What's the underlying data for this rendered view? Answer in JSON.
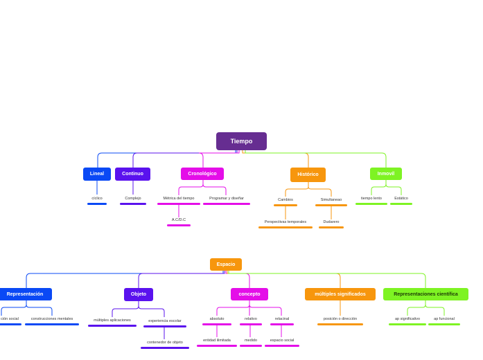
{
  "tiempo": {
    "root": {
      "label": "Tiempo",
      "color": "#662d91"
    },
    "branches": {
      "lineal": {
        "label": "Lineal",
        "color": "#0a49f5",
        "leaves": [
          "cíclico"
        ]
      },
      "continuo": {
        "label": "Continuo",
        "color": "#5a12ee",
        "leaves": [
          "Complejo"
        ]
      },
      "cronologico": {
        "label": "Cronológico",
        "color": "#e40ee8",
        "leaves": [
          "Métrica del tiempo",
          "Programar y diseñar",
          "A.C/D.C"
        ]
      },
      "historico": {
        "label": "Histórico",
        "color": "#f7960d",
        "leaves": [
          "Cambios",
          "Simultaneao",
          "Perspectivas temporales",
          "Dudarero"
        ]
      },
      "inmovil": {
        "label": "Inmovil",
        "color": "#7ef323",
        "leaves": [
          "tiempo lento",
          "Estático"
        ]
      }
    }
  },
  "espacio": {
    "root": {
      "label": "Espacio",
      "color": "#f7960d"
    },
    "branches": {
      "representacion": {
        "label": "Representación",
        "color": "#0a49f5",
        "leaves": [
          "ción social",
          "construcciones mentales"
        ]
      },
      "objeto": {
        "label": "Objeto",
        "color": "#5a12ee",
        "leaves": [
          "múltiples aplicaciones",
          "experiencia escolar",
          "contenedor de objeto"
        ]
      },
      "concepto": {
        "label": "concepto",
        "color": "#e40ee8",
        "leaves": [
          "absoluto",
          "relativo",
          "relacinal",
          "entidad ilimitada",
          "medido",
          "espacio social"
        ]
      },
      "multiples": {
        "label": "múltiples significados",
        "color": "#f7960d",
        "leaves": [
          "posición o dirección"
        ]
      },
      "representaciones_cientifica": {
        "label": "Representaciones científica",
        "color": "#7ef323",
        "leaves": [
          "ap significativo",
          "ap funcional"
        ]
      }
    }
  }
}
